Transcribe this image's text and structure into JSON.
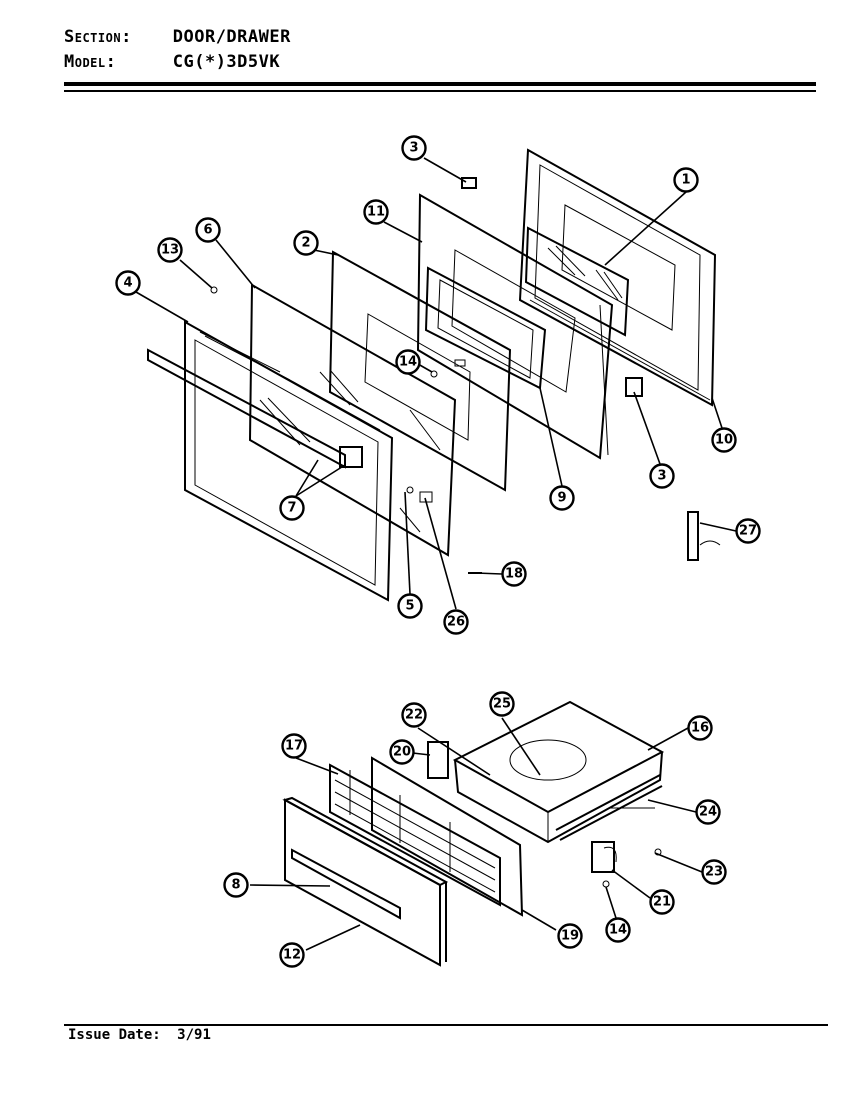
{
  "header": {
    "section_label": "Section:",
    "section_value": "DOOR/DRAWER",
    "model_label": "Model:",
    "model_value": "CG(*)3D5VK"
  },
  "footer": {
    "issue_label": "Issue Date:",
    "issue_value": "3/91"
  },
  "callouts": {
    "c1": "1",
    "c2": "2",
    "c3a": "3",
    "c3b": "3",
    "c4": "4",
    "c5": "5",
    "c6": "6",
    "c7": "7",
    "c8": "8",
    "c9": "9",
    "c10": "10",
    "c11": "11",
    "c12": "12",
    "c13": "13",
    "c14a": "14",
    "c14b": "14",
    "c16": "16",
    "c17": "17",
    "c18": "18",
    "c19": "19",
    "c20": "20",
    "c21": "21",
    "c22": "22",
    "c23": "23",
    "c24": "24",
    "c25": "25",
    "c26": "26",
    "c27": "27"
  }
}
